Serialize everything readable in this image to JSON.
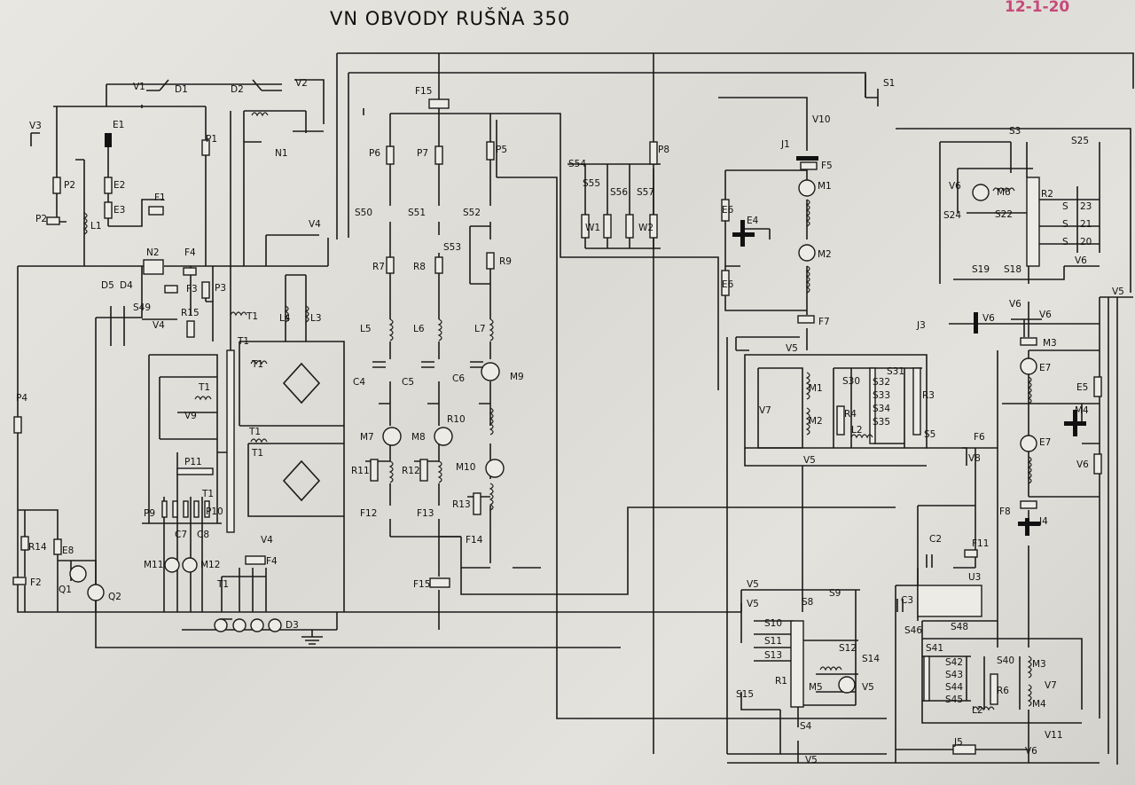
{
  "title": "VN   OBVODY RUŠŇA  350",
  "stamp": "12-1-20",
  "labels": [
    "V1",
    "D1",
    "D2",
    "V2",
    "V3",
    "E1",
    "P1",
    "N1",
    "E2",
    "E3",
    "F1",
    "P2",
    "P2",
    "L1",
    "N2",
    "F4",
    "F3",
    "P3",
    "D5",
    "D4",
    "S49",
    "V4",
    "R15",
    "T1",
    "T1",
    "V9",
    "T1",
    "P11",
    "T1",
    "P9",
    "P10",
    "C7",
    "C8",
    "M11",
    "M12",
    "T1",
    "V4",
    "F4",
    "D3",
    "P4",
    "R14",
    "E8",
    "F2",
    "Q1",
    "Q2",
    "T1",
    "L4",
    "L3",
    "T1",
    "T1",
    "V4",
    "F15",
    "P6",
    "P7",
    "P5",
    "S50",
    "S51",
    "S52",
    "S53",
    "R7",
    "R8",
    "R9",
    "L5",
    "L6",
    "L7",
    "C4",
    "C5",
    "C6",
    "M9",
    "M7",
    "M8",
    "R10",
    "R11",
    "R12",
    "M10",
    "R13",
    "F12",
    "F13",
    "F14",
    "F15",
    "S54",
    "S55",
    "S56",
    "S57",
    "P8",
    "W1",
    "W2",
    "S1",
    "V10",
    "J1",
    "F5",
    "M1",
    "E6",
    "E4",
    "M2",
    "E6",
    "F7",
    "V5",
    "M1",
    "M2",
    "S30",
    "S31",
    "S32",
    "S33",
    "S34",
    "S35",
    "R3",
    "R4",
    "L2",
    "V7",
    "S5",
    "V5",
    "S3",
    "S25",
    "V6",
    "M6",
    "R2",
    "S24",
    "S22",
    "S",
    "S",
    "S",
    "23",
    "21",
    "20",
    "S19",
    "S18",
    "V6",
    "V6",
    "V6",
    "V5",
    "J3",
    "V6",
    "F6",
    "M3",
    "E7",
    "E5",
    "M4",
    "E7",
    "V6",
    "V8",
    "F8",
    "J4",
    "C2",
    "F11",
    "C3",
    "U3",
    "S46",
    "S48",
    "V5",
    "V5",
    "S8",
    "S9",
    "S10",
    "S11",
    "S13",
    "S12",
    "S14",
    "R1",
    "M5",
    "V5",
    "S15",
    "S4",
    "V5",
    "S41",
    "S40",
    "S42",
    "S43",
    "S44",
    "S45",
    "R6",
    "M3",
    "V7",
    "M4",
    "L2",
    "V11",
    "J5",
    "V6"
  ]
}
